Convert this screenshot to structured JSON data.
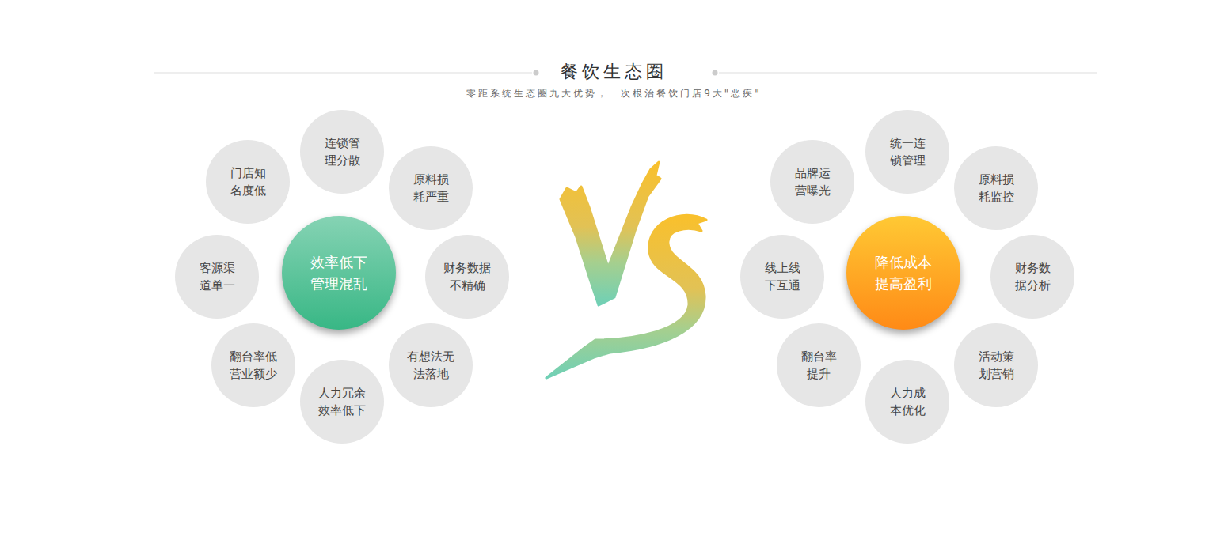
{
  "diagram": {
    "title": "餐饮生态圈",
    "caption": "零距系统生态圈九大优势，一次根治餐饮门店9大\"恶疾\"",
    "nodes": [
      {
        "text": [
          "效率低下 管理混乱"
        ]
      },
      {
        "text": [
          "连锁管 理分散"
        ]
      },
      {
        "text": [
          "原料损 耗严重"
        ]
      },
      {
        "text": [
          "财务数据 不精确"
        ]
      },
      {
        "text": [
          "有想法无 法落地"
        ]
      },
      {
        "text": [
          "人力冗余 效率低下"
        ]
      },
      {
        "text": [
          "翻台率低 营业额少"
        ]
      },
      {
        "text": [
          "客源渠 道单一"
        ]
      },
      {
        "text": [
          "门店知 名度低"
        ]
      },
      {
        "text": [
          "降低成本 提高盈利"
        ]
      },
      {
        "text": [
          "统一连 锁管理"
        ]
      },
      {
        "text": [
          "原料损 耗监控"
        ]
      },
      {
        "text": [
          "财务数 据分析"
        ]
      },
      {
        "text": [
          "活动策 划营销"
        ]
      },
      {
        "text": [
          "人力成 本优化"
        ]
      },
      {
        "text": [
          "翻台率 提升"
        ]
      },
      {
        "text": [
          "线上线 下互通"
        ]
      },
      {
        "text": [
          "品牌运 营曝光"
        ]
      }
    ]
  }
}
